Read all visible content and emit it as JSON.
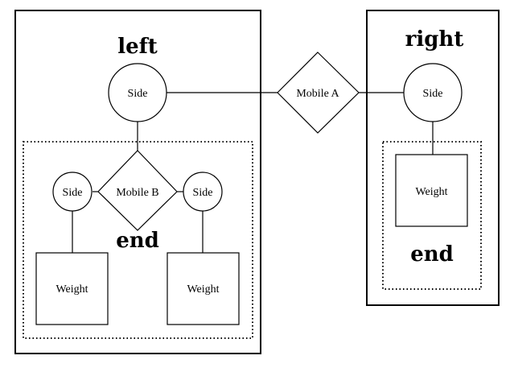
{
  "diagram": {
    "left_title": "left",
    "right_title": "right",
    "end_left": "end",
    "end_right": "end",
    "mobile_a": "Mobile A",
    "mobile_b": "Mobile B",
    "side_label": "Side",
    "weight_label": "Weight"
  }
}
